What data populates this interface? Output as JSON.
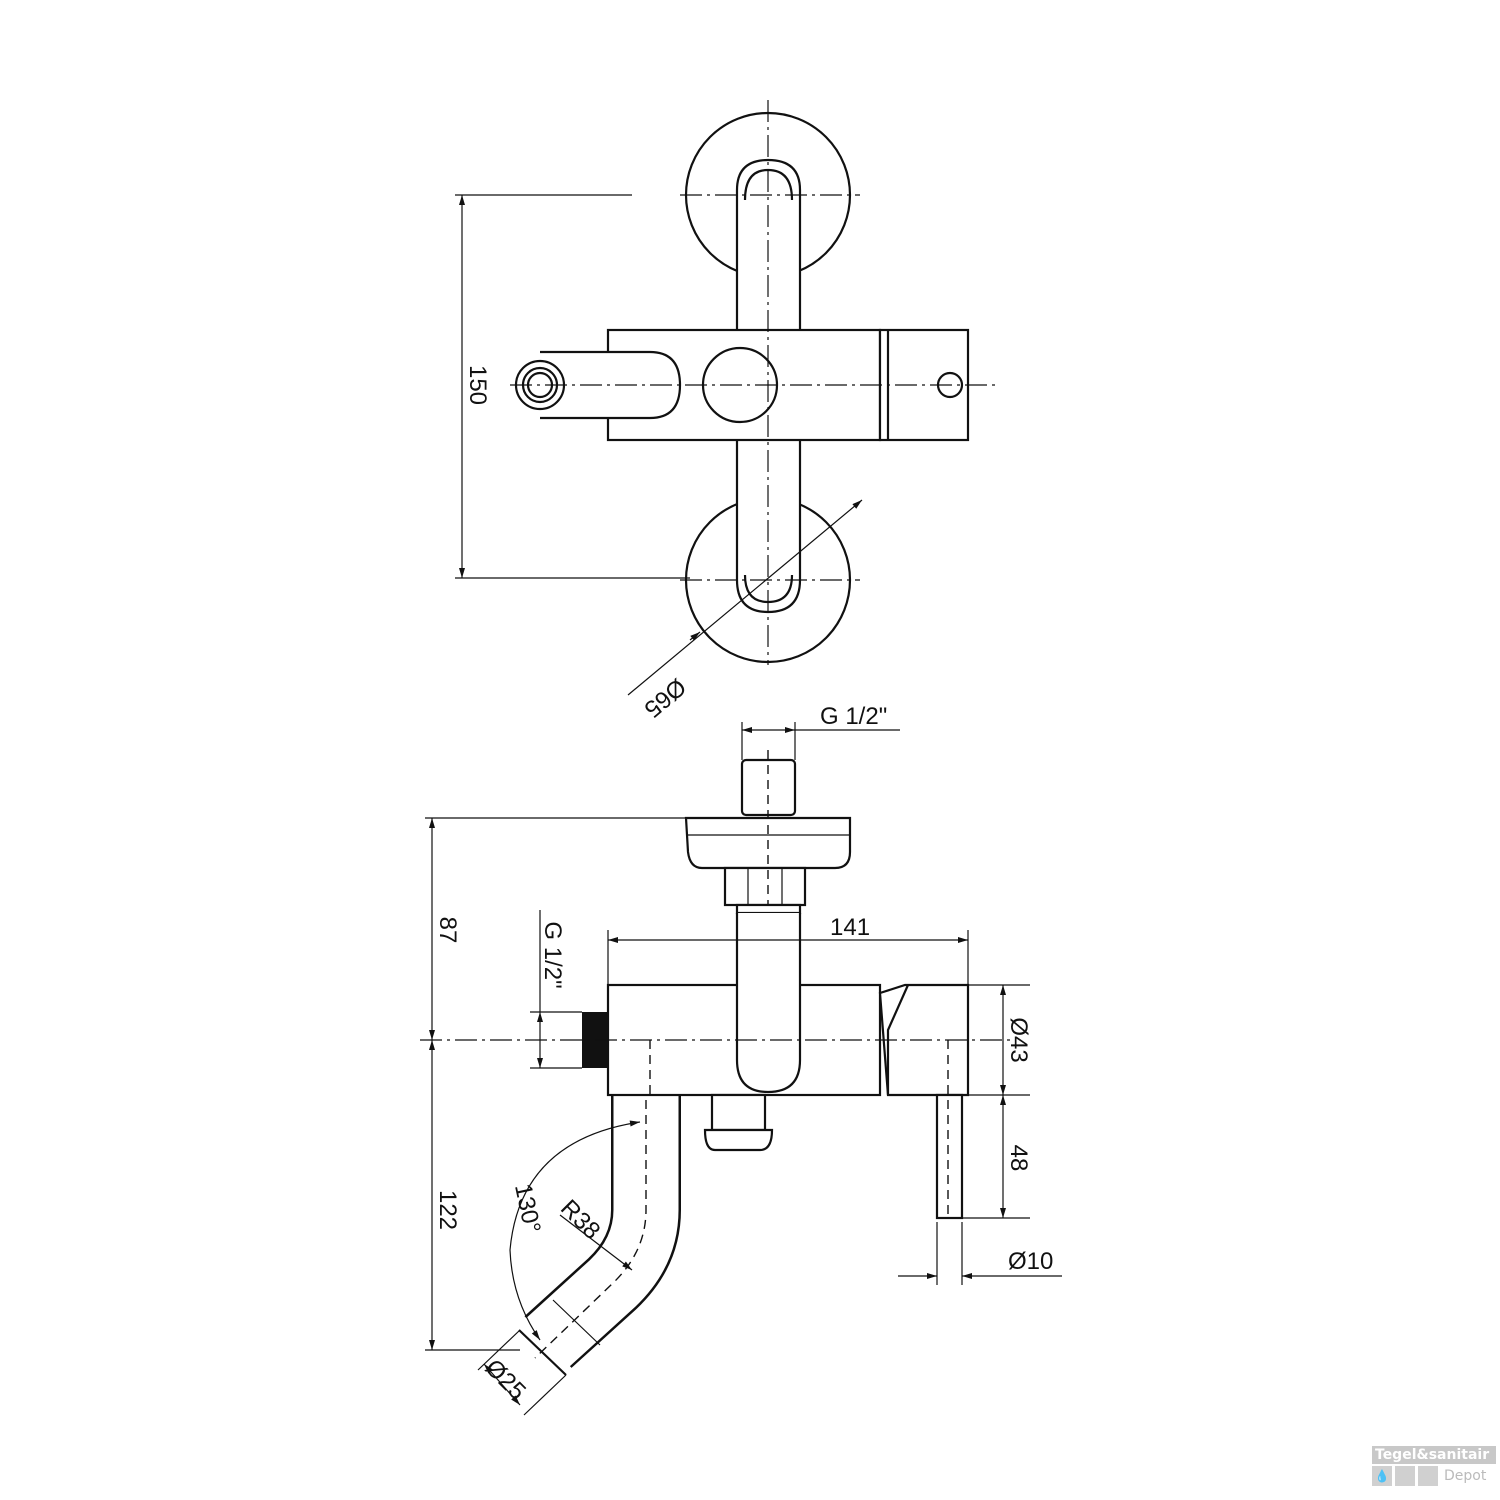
{
  "top_view": {
    "dim_height": "150",
    "dim_rosette_diameter": "Ø65"
  },
  "side_view": {
    "dim_inlet_thread": "G 1/2\"",
    "dim_outlet_thread": "G 1/2\"",
    "dim_upper_height": "87",
    "dim_lower_height": "122",
    "dim_body_length": "141",
    "dim_body_diameter": "Ø43",
    "dim_lever_length": "48",
    "dim_lever_diameter": "Ø10",
    "dim_spout_angle": "130°",
    "dim_spout_radius": "R38",
    "dim_spout_diameter": "Ø25"
  },
  "watermark": {
    "brand": "Tegel&sanitair",
    "sub": "Depot"
  }
}
